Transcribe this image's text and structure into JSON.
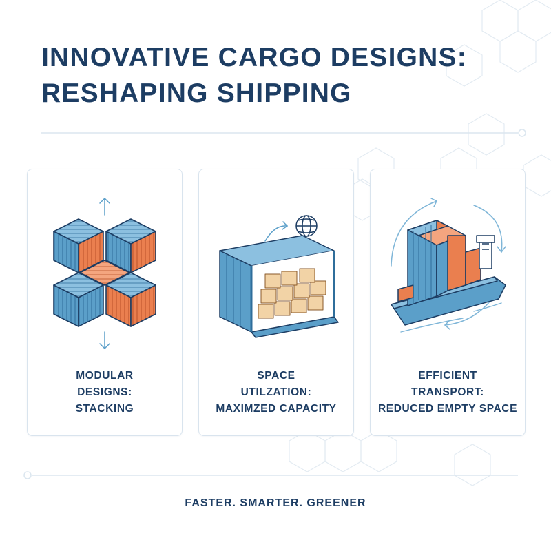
{
  "title": {
    "line1": "INNOVATIVE CARGO DESIGNS:",
    "line2": "RESHAPING SHIPPING"
  },
  "cards": [
    {
      "icon": "stacked-containers-icon",
      "line1": "MODULAR",
      "line2": "DESIGNS:",
      "line3": "STACKING"
    },
    {
      "icon": "container-with-boxes-icon",
      "line1": "SPACE",
      "line2": "UTILZATION:",
      "line3": "MAXIMZED CAPACITY"
    },
    {
      "icon": "cargo-ship-puzzle-icon",
      "line1": "EFFICIENT",
      "line2": "TRANSPORT:",
      "line3": "REDUCED EMPTY SPACE"
    }
  ],
  "tagline": "FASTER. SMARTER. GREENER",
  "colors": {
    "navy": "#1d3d63",
    "container_blue": "#5b9fc9",
    "container_orange": "#ea7f4f",
    "box_tan": "#f2d3a6",
    "line_light": "#dbe6ef"
  }
}
